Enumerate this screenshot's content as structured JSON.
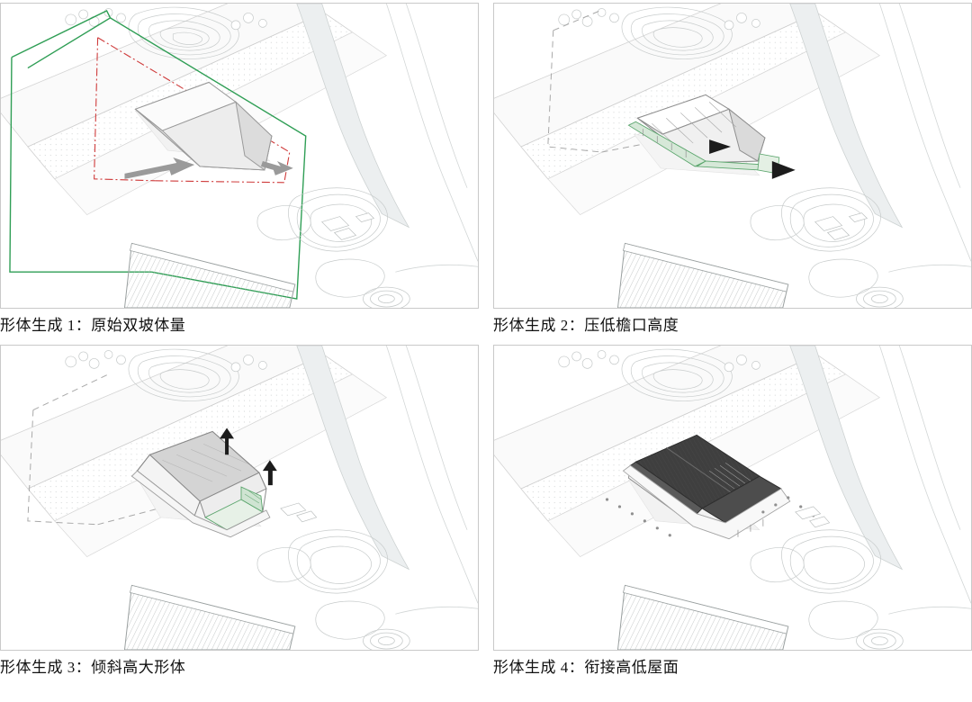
{
  "document": {
    "type": "architectural-massing-diagram-sheet",
    "panel_count": 4,
    "background_color": "#ffffff",
    "panel_border_color": "#c9c9c9"
  },
  "palette": {
    "site_line": "#b4b4b4",
    "site_line_light": "#dcdcdc",
    "water_fill": "#e9eced",
    "contour": "#c4c8c8",
    "green_boundary": "#2f9e55",
    "red_dashed": "#cf3b3b",
    "volume_fill": "#f0f0f0",
    "volume_shade": "#d9d9d9",
    "volume_dark": "#3c3c3c",
    "arrow": "#8a8a8a",
    "green_accent": "#7fbf8f",
    "caption_text": "#111111"
  },
  "panels": [
    {
      "index": 1,
      "caption": "形体生成 1：原始双坡体量",
      "step_label": "形体生成 1",
      "step_title": "原始双坡体量",
      "annotations": {
        "has_green_site_boundary": true,
        "has_red_dashed_line": true,
        "has_grey_arrows": true,
        "volume_style": "simple-gable-white-volume"
      }
    },
    {
      "index": 2,
      "caption": "形体生成 2：压低檐口高度",
      "step_label": "形体生成 2",
      "step_title": "压低檐口高度",
      "annotations": {
        "has_green_site_boundary": false,
        "has_dashed_guide": true,
        "has_black_arrows": true,
        "volume_style": "lowered-eaves-volume-with-green-band"
      }
    },
    {
      "index": 3,
      "caption": "形体生成 3：倾斜高大形体",
      "step_label": "形体生成 3",
      "step_title": "倾斜高大形体",
      "annotations": {
        "has_dashed_guide": true,
        "has_up_arrows": true,
        "volume_style": "tilted-taller-volume-grey-roof"
      }
    },
    {
      "index": 4,
      "caption": "形体生成 4：衔接高低屋面",
      "step_label": "形体生成 4",
      "step_title": "衔接高低屋面",
      "annotations": {
        "has_dashed_guide": false,
        "volume_style": "final-dark-roof-composite-volume"
      }
    }
  ]
}
